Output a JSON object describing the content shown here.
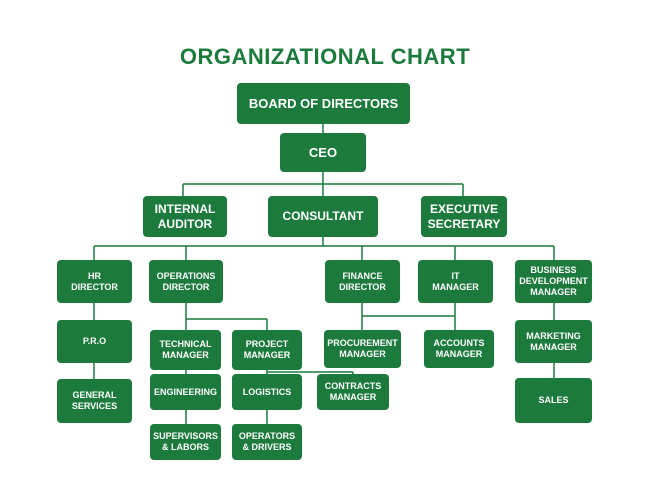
{
  "title": "ORGANIZATIONAL CHART",
  "colors": {
    "box": "#1b7a3c",
    "line": "#1b7a3c",
    "text": "#ffffff"
  },
  "nodes": {
    "board": "BOARD OF DIRECTORS",
    "ceo": "CEO",
    "internal_auditor": "INTERNAL\nAUDITOR",
    "consultant": "CONSULTANT",
    "executive_secretary": "EXECUTIVE\nSECRETARY",
    "hr_director": "HR\nDIRECTOR",
    "operations_director": "OPERATIONS\nDIRECTOR",
    "finance_director": "FINANCE\nDIRECTOR",
    "it_manager": "IT\nMANAGER",
    "business_development_manager": "BUSINESS\nDEVELOPMENT\nMANAGER",
    "pro": "P.R.O",
    "general_services": "GENERAL\nSERVICES",
    "technical_manager": "TECHNICAL\nMANAGER",
    "project_manager": "PROJECT\nMANAGER",
    "engineering": "ENGINEERING",
    "logistics": "LOGISTICS",
    "contracts_manager": "CONTRACTS\nMANAGER",
    "supervisors_labors": "SUPERVISORS\n& LABORS",
    "operators_drivers": "OPERATORS\n& DRIVERS",
    "procurement_manager": "PROCUREMENT\nMANAGER",
    "accounts_manager": "ACCOUNTS\nMANAGER",
    "marketing_manager": "MARKETING\nMANAGER",
    "sales": "SALES"
  }
}
